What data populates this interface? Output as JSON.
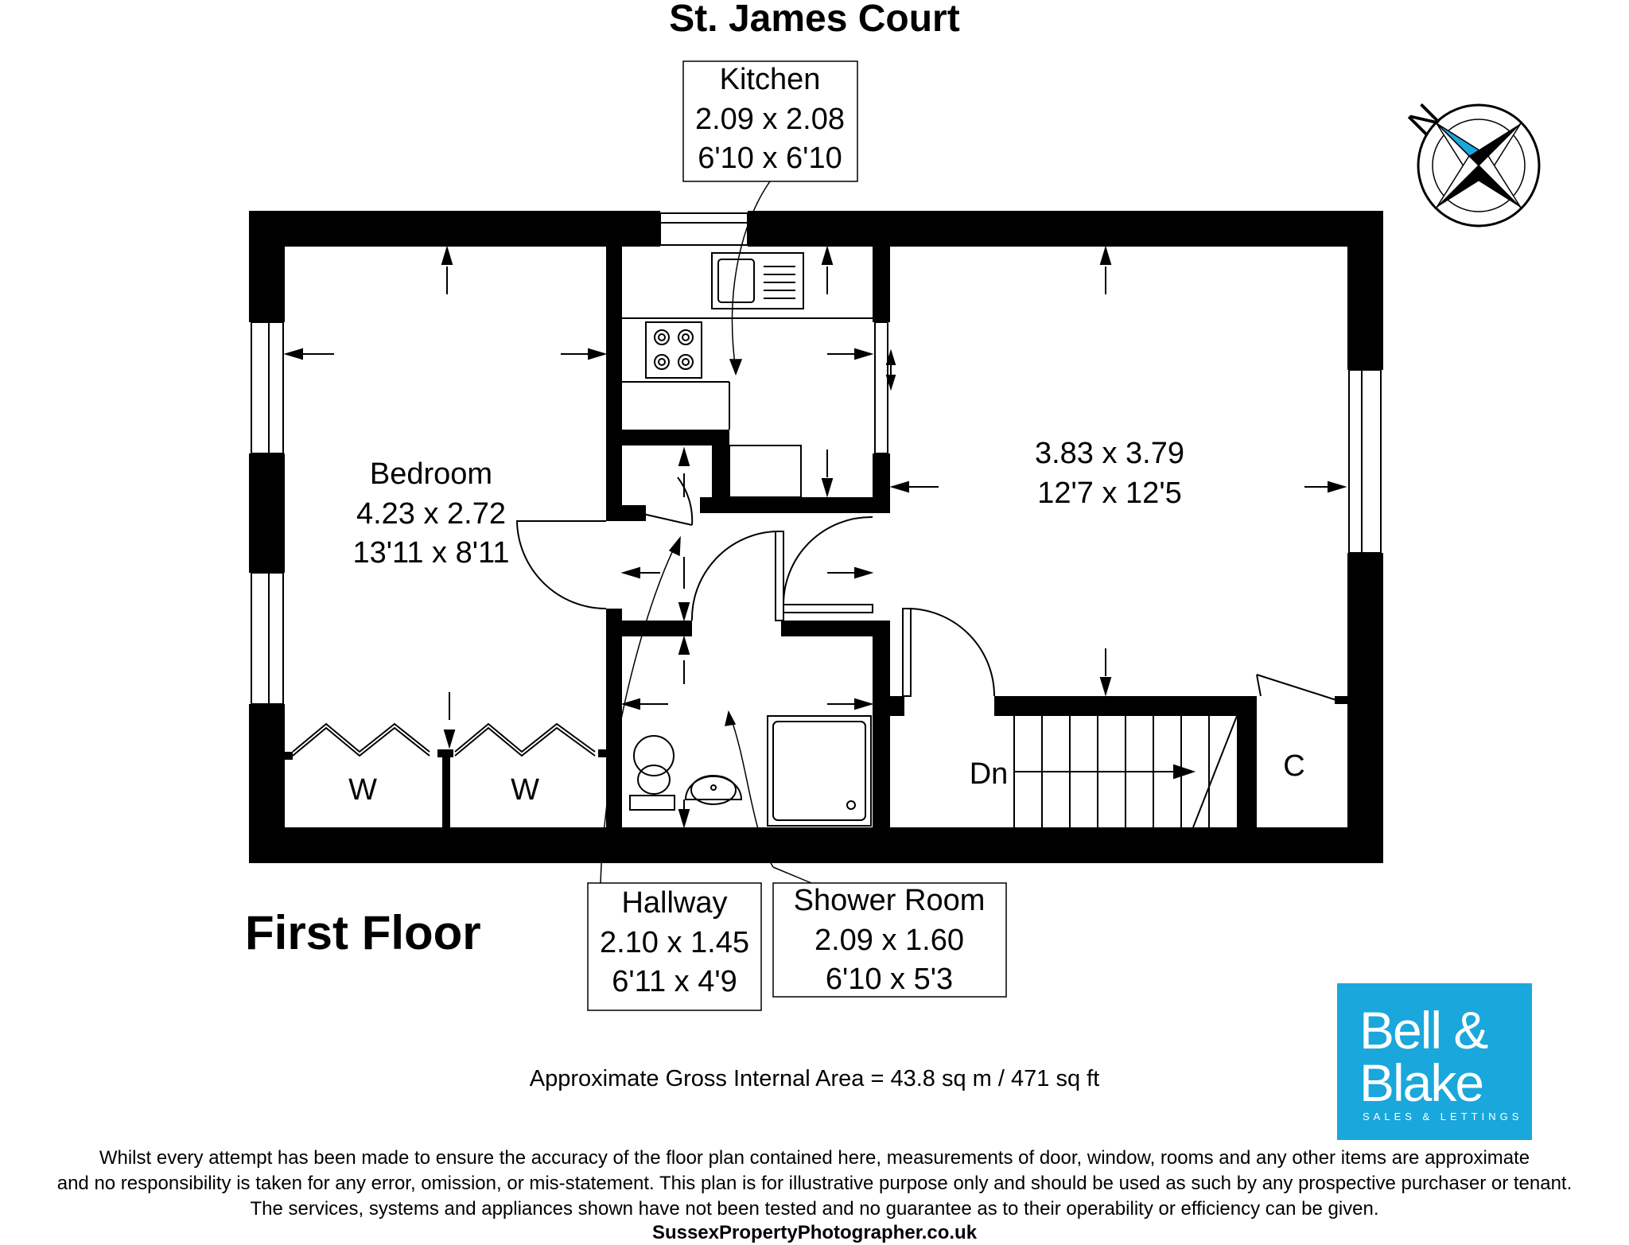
{
  "title": "St. James Court",
  "floor_label": "First Floor",
  "rooms": {
    "kitchen": {
      "name": "Kitchen",
      "metric": "2.09 x 2.08",
      "imperial": "6'10 x 6'10"
    },
    "living": {
      "metric": "3.83 x 3.79",
      "imperial": "12'7 x 12'5"
    },
    "bedroom": {
      "name": "Bedroom",
      "metric": "4.23 x 2.72",
      "imperial": "13'11 x 8'11"
    },
    "hallway": {
      "name": "Hallway",
      "metric": "2.10 x 1.45",
      "imperial": "6'11 x 4'9"
    },
    "shower": {
      "name": "Shower Room",
      "metric": "2.09 x 1.60",
      "imperial": "6'10 x 5'3"
    }
  },
  "labels": {
    "wardrobe": "W",
    "stairs_down": "Dn",
    "cupboard": "C",
    "north": "N"
  },
  "area_text": "Approximate Gross Internal Area  = 43.8 sq m / 471 sq ft",
  "logo": {
    "line1": "Bell &",
    "line2": "Blake",
    "tagline": "SALES & LETTINGS",
    "color": "#1aa7dc"
  },
  "disclaimer": [
    "Whilst every attempt has been made to ensure the accuracy of the floor plan contained here, measurements of door, window, rooms and any other items are approximate",
    "and no responsibility is taken for any error, omission, or mis-statement. This plan is for illustrative purpose only and should be used as such by any prospective purchaser or tenant.",
    "The services, systems and appliances shown have not been tested and no guarantee as to their operability or efficiency can be given."
  ],
  "credit": "SussexPropertyPhotographer.co.uk"
}
